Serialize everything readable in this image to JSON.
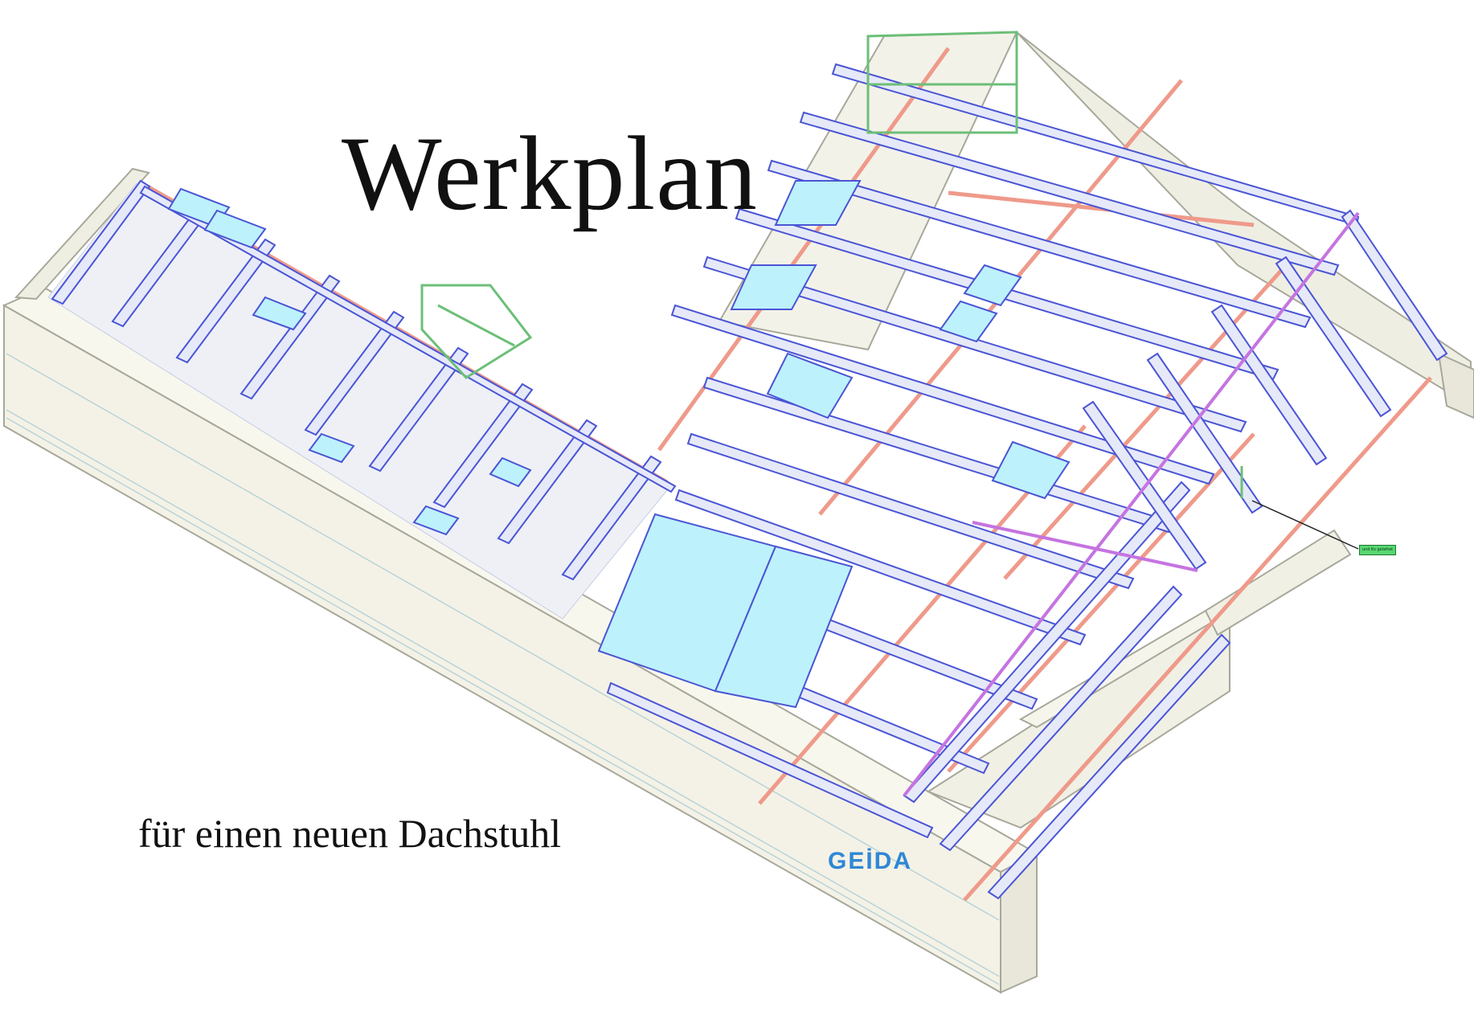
{
  "title": "Werkplan",
  "subtitle": "für einen neuen Dachstuhl",
  "logo_text": "GEİDA",
  "annotation_tag": "und Ks gelattet",
  "colors": {
    "rafter_fill": "#e6e9f8",
    "rafter_edge": "#4a55d4",
    "window_glass": "#bdf1fb",
    "wall_face": "#f4f2e6",
    "wall_edge": "#a7a89a",
    "plate_red": "#ef9a8a",
    "dormer_green": "#6cbf78",
    "ridge_purple": "#c574e0",
    "logo_blue": "#2f87d6"
  }
}
